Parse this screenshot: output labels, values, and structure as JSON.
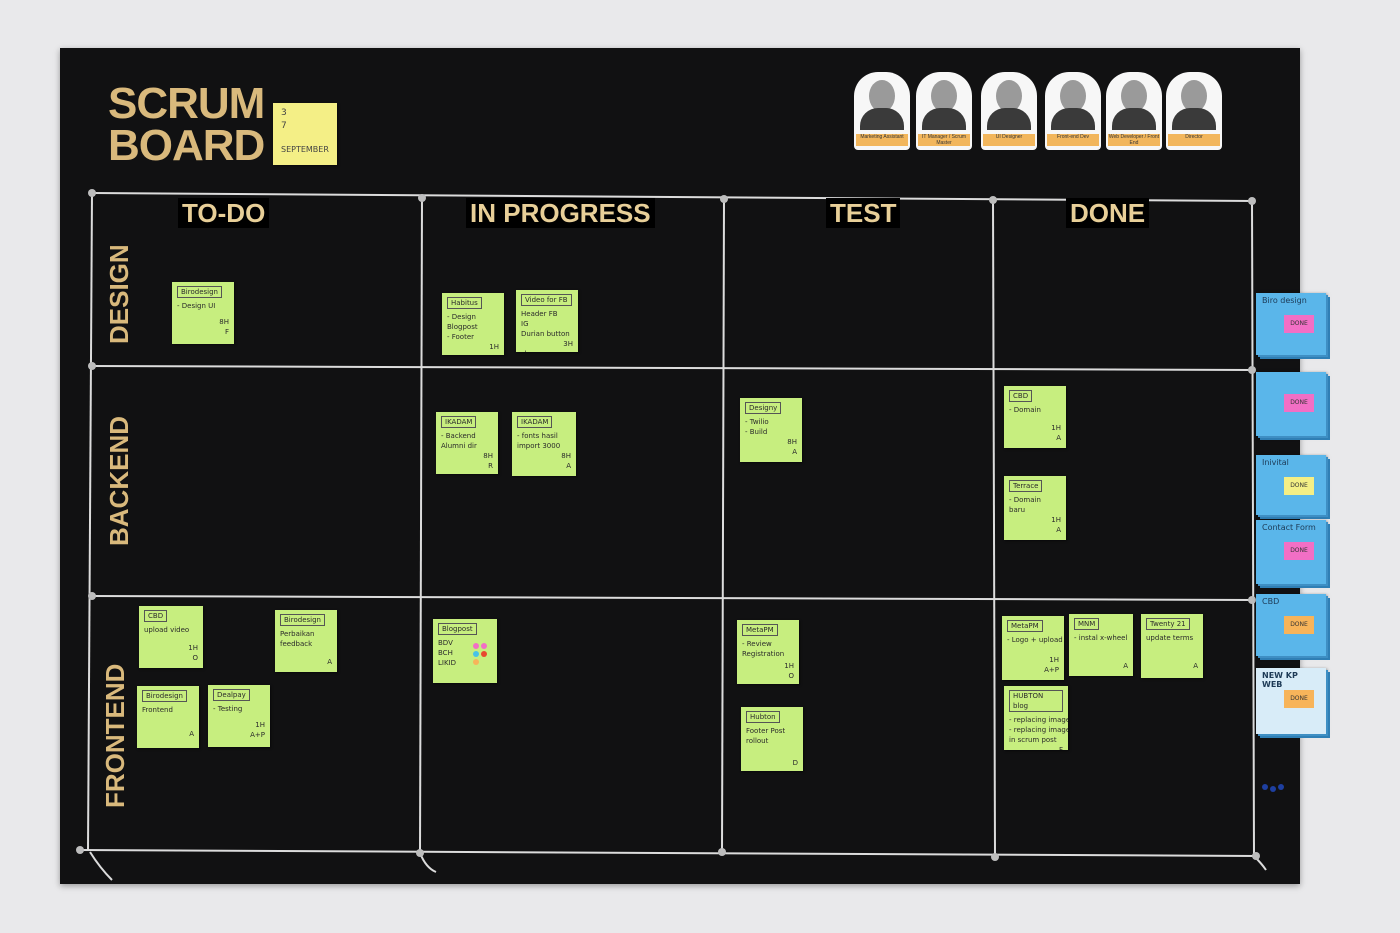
{
  "title": {
    "line1": "SCRUM",
    "line2": "BOARD"
  },
  "date_note": {
    "line1": "3",
    "line2": "7",
    "line3": "SEPTEMBER"
  },
  "columns": [
    "TO-DO",
    "IN PROGRESS",
    "TEST",
    "DONE"
  ],
  "rows": [
    "DESIGN",
    "BACKEND",
    "FRONTEND"
  ],
  "team": [
    {
      "role": "Marketing Assistant"
    },
    {
      "role": "IT Manager / Scrum Master"
    },
    {
      "role": "UI Designer"
    },
    {
      "role": "Front-end Dev"
    },
    {
      "role": "Web Developer / Front End"
    },
    {
      "role": "Director"
    }
  ],
  "notes": {
    "design_todo_1": {
      "title": "Birodesign",
      "line1": "- Design UI",
      "line2": "8H",
      "line3": "F"
    },
    "design_prog_1": {
      "title": "Habitus",
      "line1": "- Design",
      "line2": "Blogpost",
      "line3": "- Footer",
      "line4": "1H"
    },
    "design_prog_2": {
      "title": "Video for FB",
      "line1": "Header FB",
      "line2": "IG",
      "line3": "Durian button",
      "line4": "3H",
      "line5": "shop"
    },
    "backend_prog_1": {
      "title": "IKADAM",
      "line1": "- Backend",
      "line2": "Alumni dir",
      "line3": "8H",
      "line4": "R"
    },
    "backend_prog_2": {
      "title": "IKADAM",
      "line1": "- fonts hasil",
      "line2": "import 3000",
      "line3": "8H",
      "line4": "A"
    },
    "backend_test_1": {
      "title": "Designy",
      "line1": "- Twilio",
      "line2": "- Build",
      "line3": "8H",
      "line4": "A"
    },
    "backend_done_1": {
      "title": "CBD",
      "line1": "- Domain",
      "line2": "1H",
      "line3": "A"
    },
    "backend_done_2": {
      "title": "Terrace",
      "line1": "- Domain",
      "line2": "baru",
      "line3": "1H",
      "line4": "A"
    },
    "front_todo_1": {
      "title": "CBD",
      "line1": "upload video",
      "line2": "1H",
      "line3": "O"
    },
    "front_todo_2": {
      "title": "Birodesign",
      "line1": "Perbaikan",
      "line2": "feedback",
      "line3": "A"
    },
    "front_todo_3": {
      "title": "Birodesign",
      "line1": "Frontend",
      "line2": "A"
    },
    "front_todo_4": {
      "title": "Dealpay",
      "line1": "- Testing",
      "line2": "1H",
      "line3": "A+P"
    },
    "front_prog_1": {
      "title": "Blogpost",
      "line1": "BDV",
      "line2": "BCH",
      "line3": "LIKID"
    },
    "front_test_1": {
      "title": "MetaPM",
      "line1": "- Review",
      "line2": "Registration",
      "line3": "1H",
      "line4": "O"
    },
    "front_test_2": {
      "title": "Hubton",
      "line1": "Footer Post",
      "line2": "rollout",
      "line3": "D"
    },
    "front_done_1": {
      "title": "MetaPM",
      "line1": "- Logo + upload",
      "line2": "1H",
      "line3": "A+P"
    },
    "front_done_2": {
      "title": "MNM",
      "line1": "- instal x-wheel",
      "line2": "A"
    },
    "front_done_3": {
      "title": "Twenty 21",
      "line1": "update terms",
      "line2": "A"
    },
    "front_done_4": {
      "title": "HUBTON blog",
      "line1": "- replacing images",
      "line2": "- replacing images",
      "line3": "in scrum post",
      "line4": "F"
    }
  },
  "done_stacks": [
    {
      "title": "Biro design",
      "tag": "DONE"
    },
    {
      "title": "",
      "tag": "DONE"
    },
    {
      "title": "Inivital",
      "tag": "DONE"
    },
    {
      "title": "Contact Form",
      "tag": "DONE"
    },
    {
      "title": "CBD",
      "tag": "DONE"
    },
    {
      "title": "NEW KP WEB",
      "tag": "DONE"
    }
  ],
  "colors": {
    "board": "#111112",
    "accent": "#d9b97c",
    "note_green": "#c7ee7f",
    "note_blue": "#5ab6ea",
    "note_yellow": "#f4ef86",
    "tag_pink": "#f26fc5",
    "tag_orange": "#f7b45a",
    "string": "#dcdcdc"
  }
}
